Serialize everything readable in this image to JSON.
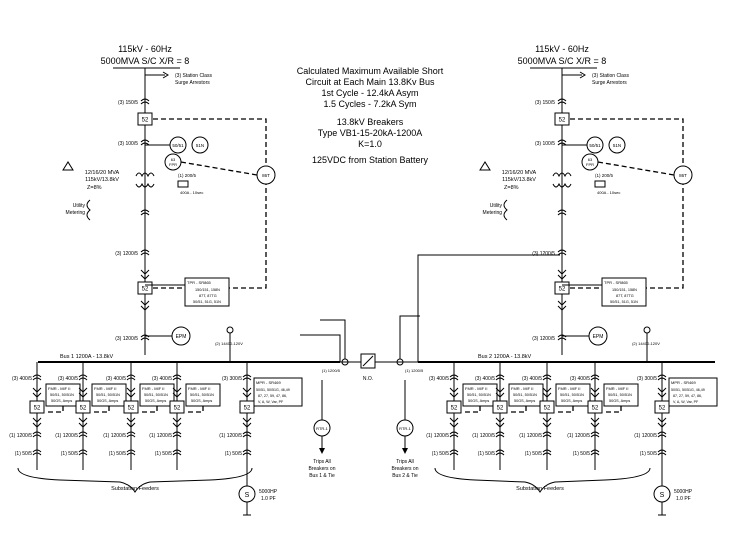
{
  "sources": {
    "left": {
      "line1": "115kV - 60Hz",
      "line2": "5000MVA S/C  X/R = 8"
    },
    "right": {
      "line1": "115kV - 60Hz",
      "line2": "5000MVA S/C  X/R = 8"
    }
  },
  "notes": {
    "calc1": "Calculated Maximum Available Short",
    "calc2": "Circuit at Each Main 13.8Kv Bus",
    "calc3": "1st Cycle - 12.4kA Asym",
    "calc4": "1.5 Cycles - 7.2kA Sym",
    "brk1": "13.8kV Breakers",
    "brk2": "Type VB1-15-20kA-1200A",
    "brk3": "K=1.0",
    "dc": "125VDC from Station Battery"
  },
  "arrester": {
    "line1": "(3) Station Class",
    "line2": "Surge Arrestors"
  },
  "ct": {
    "c1505": "(3) 150/5",
    "c1005": "(3) 100/5",
    "c2005": "(1) 200/5",
    "c12005": "(3) 1200/5",
    "c12005b": "(1) 1200/5",
    "c4005": "(3) 400/5",
    "c3005": "(3) 300/5",
    "c505": "(1) 50/5"
  },
  "relays": {
    "r5051": "50/51",
    "r51n": "51N",
    "r63": "63",
    "r63b": "FPR",
    "r87t": "87T",
    "r86t": "86T",
    "r52": "52"
  },
  "transformer": {
    "line1": "12/16/20 MVA",
    "line2": "115kV/13.8kV",
    "line3": "Z=8%",
    "nr": "400A - 10sec"
  },
  "metering": {
    "line1": "Utility",
    "line2": "Metering"
  },
  "tpr": {
    "title": "TPR - SR865",
    "l1": "150/151, 158N",
    "l2": "87T, 87TG",
    "l3": "50/51, 51G, 51N"
  },
  "epm": "EPM",
  "vt": "(2) 14400-120V",
  "bus1": "Bus 1  1200A - 13.8kV",
  "bus2": "Bus 2  1200A - 13.8kV",
  "fmr": {
    "title": "FMR - MIF II",
    "l1": "50/51, 50/51N",
    "l2": "50GS, Amps"
  },
  "mpr": {
    "title": "MPR - SR469",
    "l1": "50/51, 50/51G, 46,49",
    "l2": "87, 27, 59, 47, 86,",
    "l3": "V, A, W, Var, PF"
  },
  "tie": {
    "label": "N.O.",
    "ct_l": "(1) 1200/5",
    "ct_r": "(1) 1200/5"
  },
  "rtr": "RTR-1",
  "trips_left": {
    "l1": "Trips All",
    "l2": "Breakers on",
    "l3": "Bus  1 & Tie"
  },
  "trips_right": {
    "l1": "Trips All",
    "l2": "Breakers on",
    "l3": "Bus  2 & Tie"
  },
  "feeders": "Substation Feeders",
  "motor": {
    "symbol": "S",
    "l1": "5000HP",
    "l2": "1.0 PF"
  }
}
